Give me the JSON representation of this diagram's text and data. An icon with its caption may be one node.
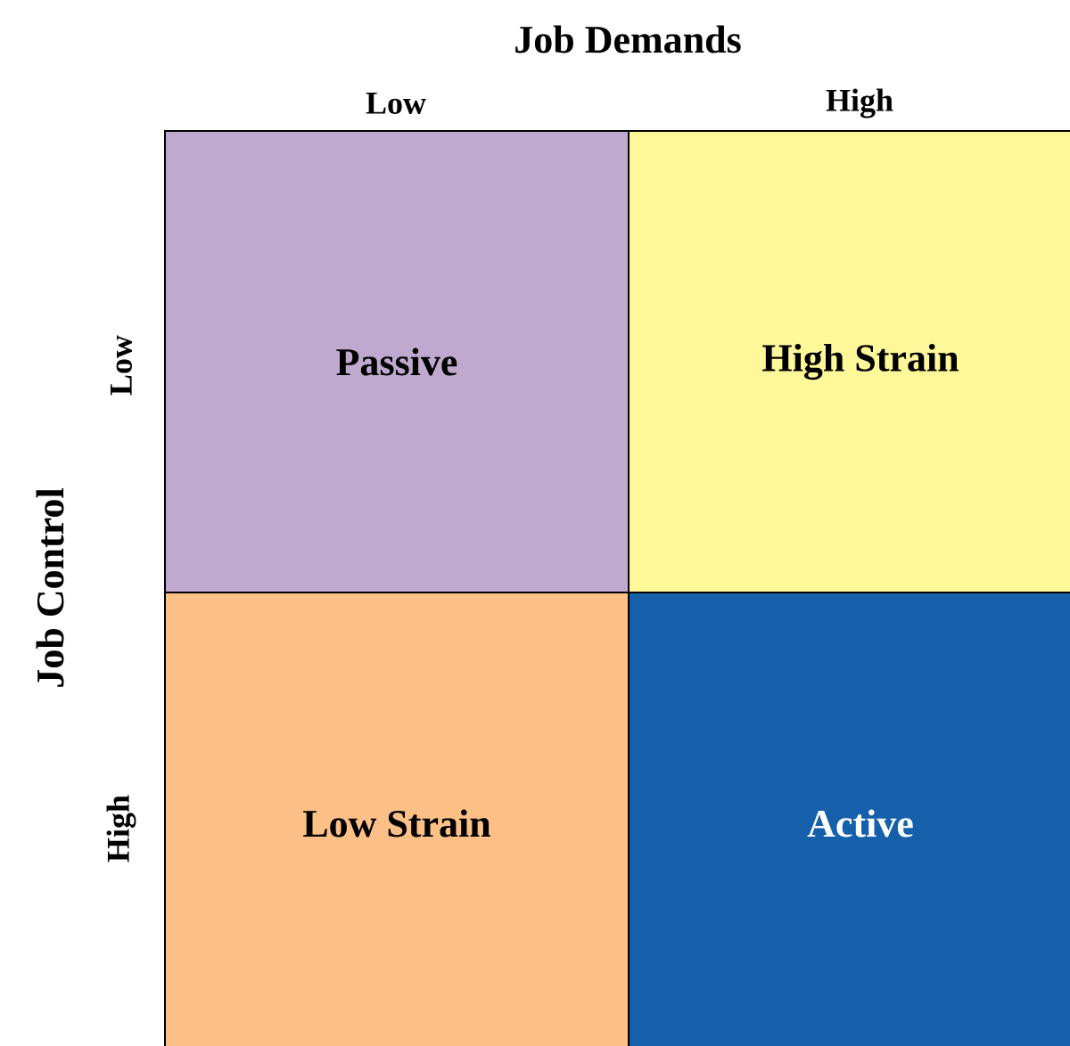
{
  "diagram": {
    "nodes": [
      {
        "text": [
          "Passive"
        ]
      },
      {
        "text": [
          "High Strain"
        ]
      },
      {
        "text": [
          "Low Strain"
        ]
      },
      {
        "text": [
          "Active"
        ]
      }
    ],
    "labels": [
      "Job Demands",
      "Low",
      "High",
      "Low",
      "Job Control",
      "High"
    ]
  }
}
